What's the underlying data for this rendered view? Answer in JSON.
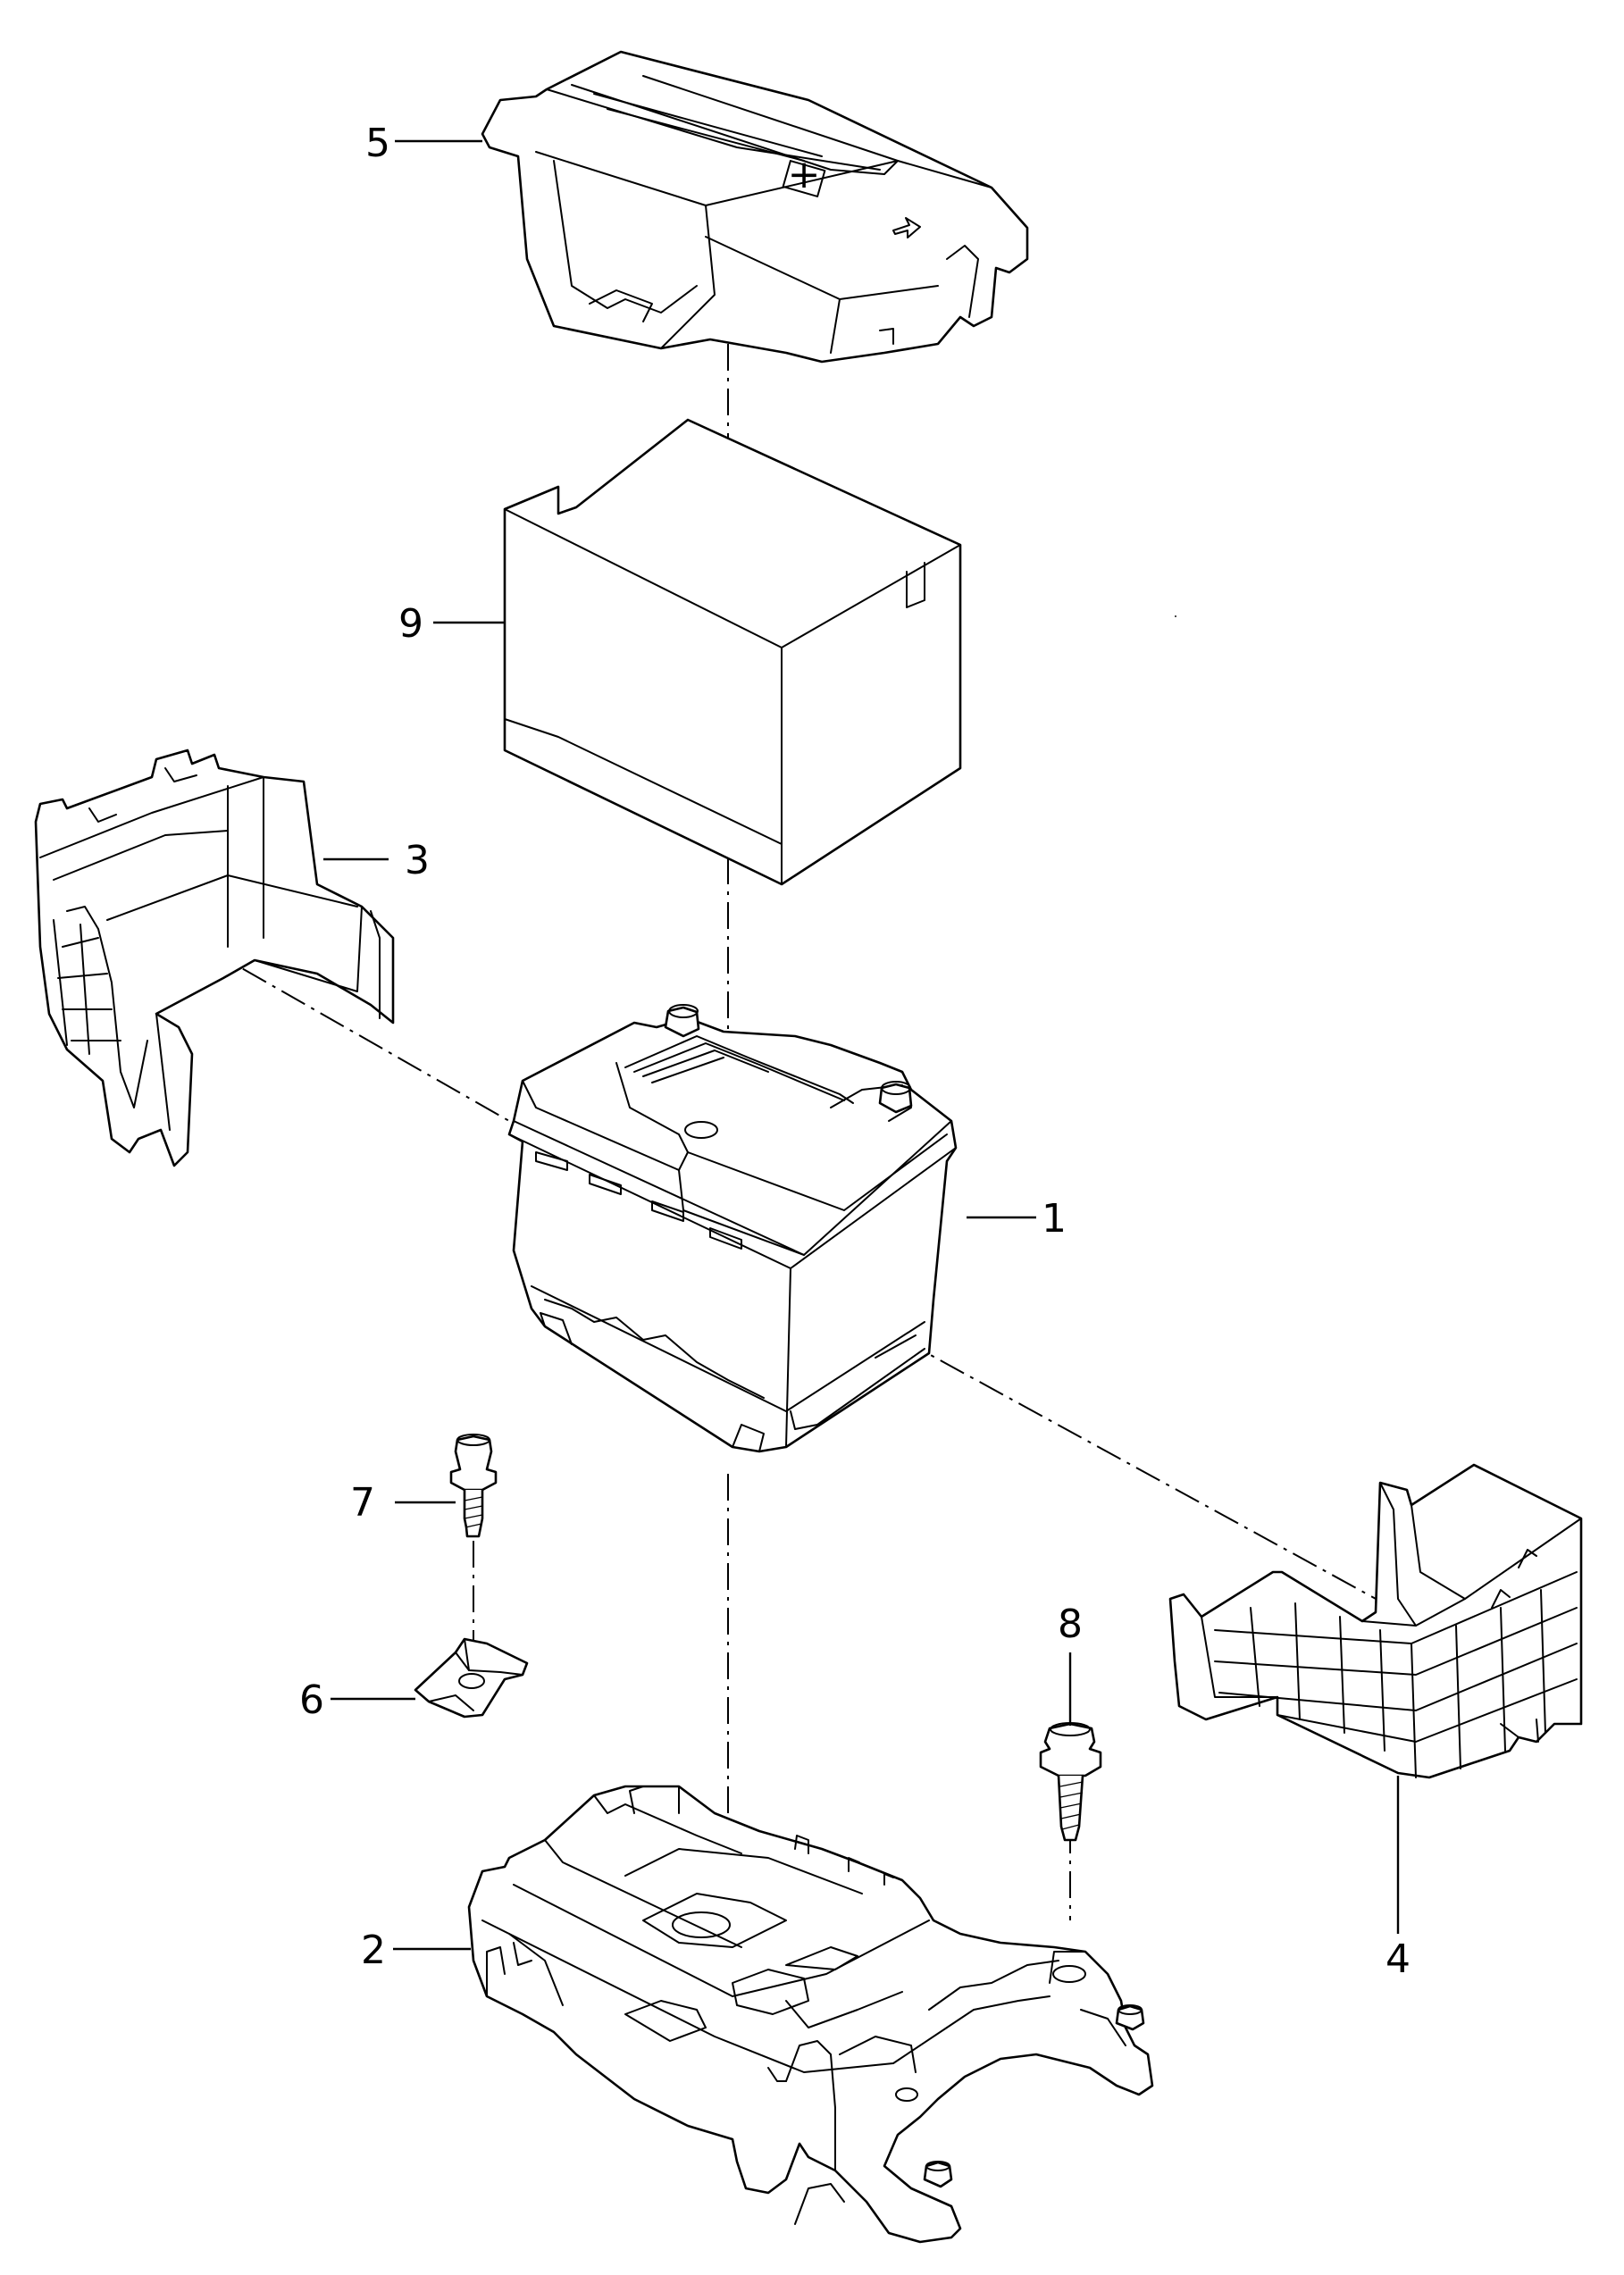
{
  "callouts": [
    {
      "id": "1",
      "label": "1"
    },
    {
      "id": "2",
      "label": "2"
    },
    {
      "id": "3",
      "label": "3"
    },
    {
      "id": "4",
      "label": "4"
    },
    {
      "id": "5",
      "label": "5"
    },
    {
      "id": "6",
      "label": "6"
    },
    {
      "id": "7",
      "label": "7"
    },
    {
      "id": "8",
      "label": "8"
    },
    {
      "id": "9",
      "label": "9"
    }
  ],
  "cover_symbol": "+",
  "colors": {
    "line": "#000000",
    "background": "#ffffff"
  }
}
